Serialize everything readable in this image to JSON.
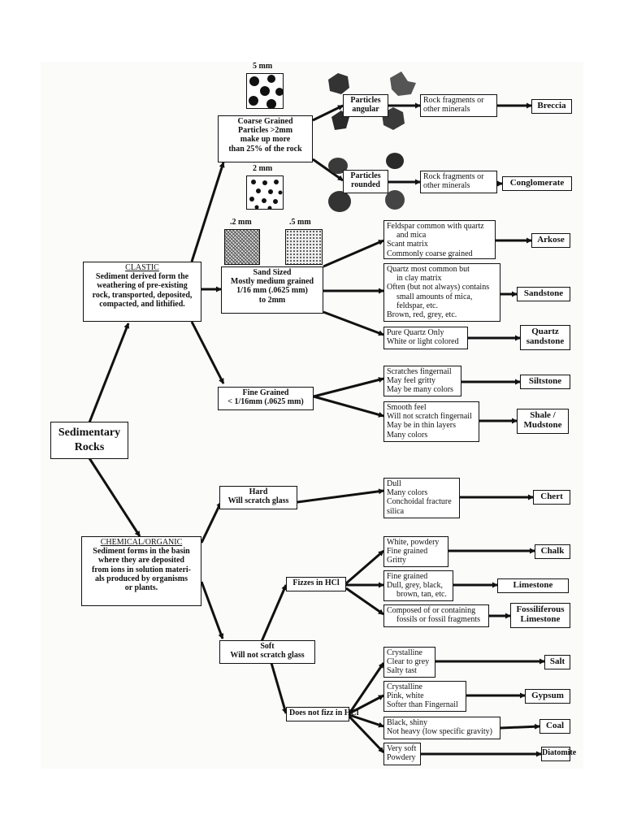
{
  "root": {
    "line1": "Sedimentary",
    "line2": "Rocks"
  },
  "clastic": {
    "title": "CLASTIC",
    "lines": [
      "Sediment derived form the",
      "weathering of pre-existing",
      "rock, transported, deposited,",
      "compacted, and lithified."
    ]
  },
  "chemical": {
    "title": "CHEMICAL/ORGANIC",
    "lines": [
      "Sediment forms in the basin",
      "where they are deposited",
      "from ions in solution materi-",
      "als produced by organisms",
      "or plants."
    ]
  },
  "coarse": {
    "lines": [
      "Coarse Grained",
      "Particles >2mm",
      "make up more",
      "than 25% of the rock"
    ],
    "scale_top": "5 mm",
    "scale_bottom": "2 mm"
  },
  "angular": {
    "lines": [
      "Particles",
      "angular"
    ],
    "desc": [
      "Rock fragments or",
      "other minerals"
    ],
    "rock": "Breccia"
  },
  "rounded": {
    "lines": [
      "Particles",
      "rounded"
    ],
    "desc": [
      "Rock fragments or",
      "other minerals"
    ],
    "rock": "Conglomerate"
  },
  "sand": {
    "lines": [
      "Sand Sized",
      "Mostly medium grained",
      "1/16 mm (.0625 mm)",
      "to 2mm"
    ],
    "scale_left": ".2 mm",
    "scale_right": ".5 mm"
  },
  "arkose": {
    "desc": [
      "Feldspar common with quartz",
      "and mica",
      "Scant matrix",
      "Commonly coarse grained"
    ],
    "rock": "Arkose"
  },
  "sandstone": {
    "desc": [
      "Quartz most common but",
      "in clay matrix",
      "Often (but not always) contains",
      "small amounts of mica,",
      "feldspar, etc.",
      "Brown, red, grey, etc."
    ],
    "rock": "Sandstone"
  },
  "quartz": {
    "desc": [
      "Pure Quartz Only",
      "White or light colored"
    ],
    "rock": [
      "Quartz",
      "sandstone"
    ]
  },
  "fine": {
    "lines": [
      "Fine Grained",
      "< 1/16mm (.0625 mm)"
    ]
  },
  "siltstone": {
    "desc": [
      "Scratches fingernail",
      "May feel gritty",
      "May be many colors"
    ],
    "rock": "Siltstone"
  },
  "shale": {
    "desc": [
      "Smooth feel",
      "Will not scratch fingernail",
      "May be in thin layers",
      "Many colors"
    ],
    "rock": [
      "Shale /",
      "Mudstone"
    ]
  },
  "hard": {
    "lines": [
      "Hard",
      "Will scratch glass"
    ]
  },
  "chert": {
    "desc": [
      "Dull",
      "Many colors",
      "Conchoidal fracture",
      "silica"
    ],
    "rock": "Chert"
  },
  "soft": {
    "lines": [
      "Soft",
      "Will not scratch glass"
    ]
  },
  "fizzes": {
    "label": "Fizzes in HCl"
  },
  "chalk": {
    "desc": [
      "White, powdery",
      "Fine grained",
      "Gritty"
    ],
    "rock": "Chalk"
  },
  "limestone": {
    "desc": [
      "Fine grained",
      "Dull, grey, black,",
      "brown, tan, etc."
    ],
    "rock": "Limestone"
  },
  "fossil": {
    "desc": [
      "Composed of or containing",
      "fossils or fossil fragments"
    ],
    "rock": [
      "Fossiliferous",
      "Limestone"
    ]
  },
  "nofizz": {
    "label": "Does not fizz in HCl"
  },
  "salt": {
    "desc": [
      "Crystalline",
      "Clear to grey",
      "Salty tast"
    ],
    "rock": "Salt"
  },
  "gypsum": {
    "desc": [
      "Crystalline",
      "Pink, white",
      "Softer than Fingernail"
    ],
    "rock": "Gypsum"
  },
  "coal": {
    "desc": [
      "Black, shiny",
      "Not heavy (low specific gravity)"
    ],
    "rock": "Coal"
  },
  "diatomite": {
    "desc": [
      "Very soft",
      "Powdery"
    ],
    "rock": "Diatomite"
  }
}
